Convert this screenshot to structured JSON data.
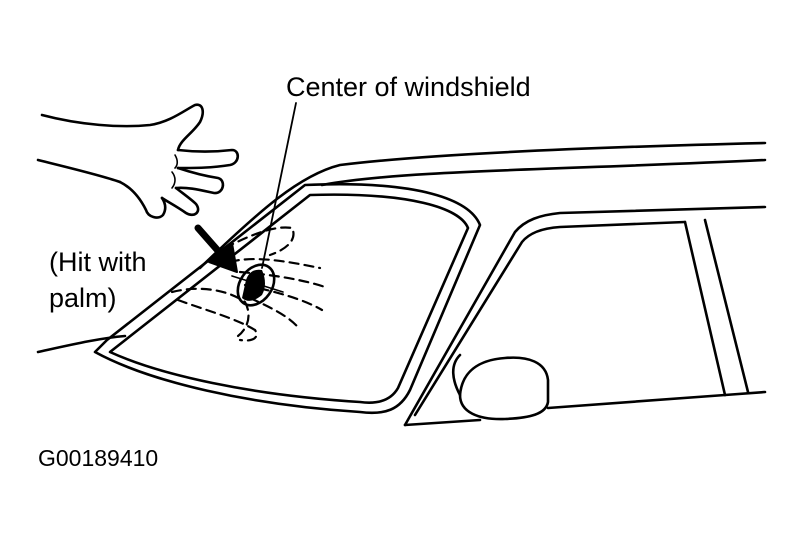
{
  "labels": {
    "center_of_windshield": "Center of windshield",
    "hit_line1": "(Hit with",
    "hit_line2": "palm)",
    "figure_code": "G00189410"
  },
  "colors": {
    "ink": "#000000",
    "background": "#ffffff"
  }
}
